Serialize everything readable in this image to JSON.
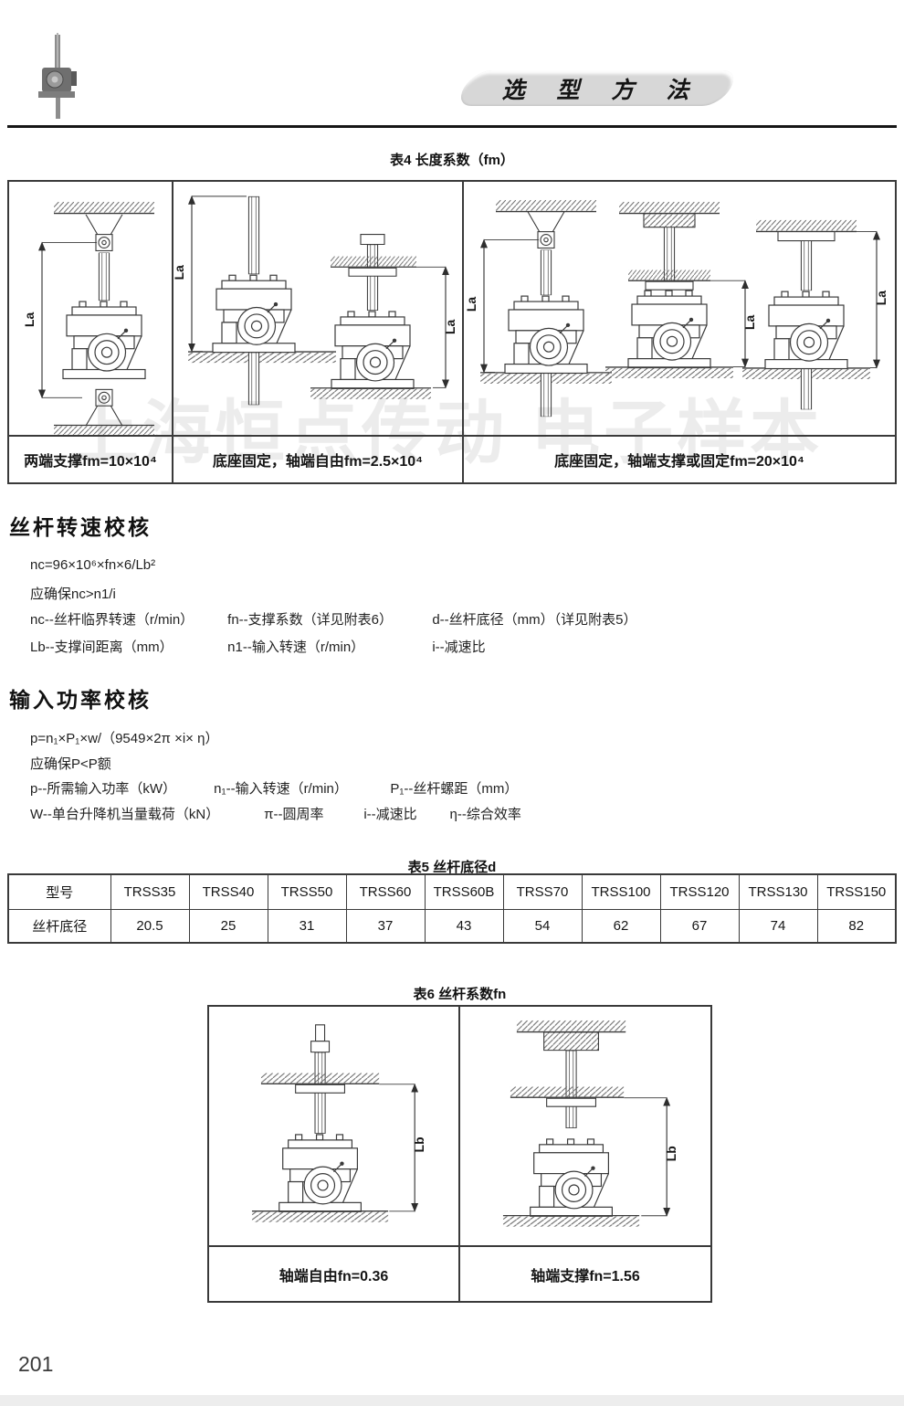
{
  "header": {
    "badge": "选 型 方 法"
  },
  "watermark": {
    "text": "上海恒点传动 电子样本"
  },
  "table4": {
    "title": "表4 长度系数（fm）",
    "captions": [
      "两端支撑fm=10×10⁴",
      "底座固定，轴端自由fm=2.5×10⁴",
      "底座固定，轴端支撑或固定fm=20×10⁴"
    ]
  },
  "drawing_labels": {
    "la": "La",
    "lb": "Lb"
  },
  "speed_check": {
    "heading": "丝杆转速校核",
    "formula": "nc=96×10⁶×fn×6/Lb²",
    "condition": "应确保nc>n1/i",
    "legend_row1": [
      "nc--丝杆临界转速（r/min）",
      "fn--支撑系数（详见附表6）",
      "d--丝杆底径（mm）（详见附表5）"
    ],
    "legend_row2": [
      "Lb--支撑间距离（mm）",
      "n1--输入转速（r/min）",
      "i--减速比"
    ]
  },
  "power_check": {
    "heading": "输入功率校核",
    "formula": "p=n₁×P₁×w/（9549×2π ×i× η）",
    "condition": "应确保P<P额",
    "legend_row1": [
      "p--所需输入功率（kW）",
      "n₁--输入转速（r/min）",
      "P₁--丝杆螺距（mm）"
    ],
    "legend_row2": [
      "W--单台升降机当量载荷（kN）",
      "π--圆周率",
      "i--减速比",
      "η--综合效率"
    ]
  },
  "table5": {
    "title": "表5 丝杆底径d",
    "headers": [
      "型号",
      "TRSS35",
      "TRSS40",
      "TRSS50",
      "TRSS60",
      "TRSS60B",
      "TRSS70",
      "TRSS100",
      "TRSS120",
      "TRSS130",
      "TRSS150"
    ],
    "row_label": "丝杆底径",
    "values": [
      "20.5",
      "25",
      "31",
      "37",
      "43",
      "54",
      "62",
      "67",
      "74",
      "82"
    ]
  },
  "table6": {
    "title": "表6 丝杆系数fn",
    "captions": [
      "轴端自由fn=0.36",
      "轴端支撑fn=1.56"
    ]
  },
  "footer": {
    "page_number": "201"
  }
}
